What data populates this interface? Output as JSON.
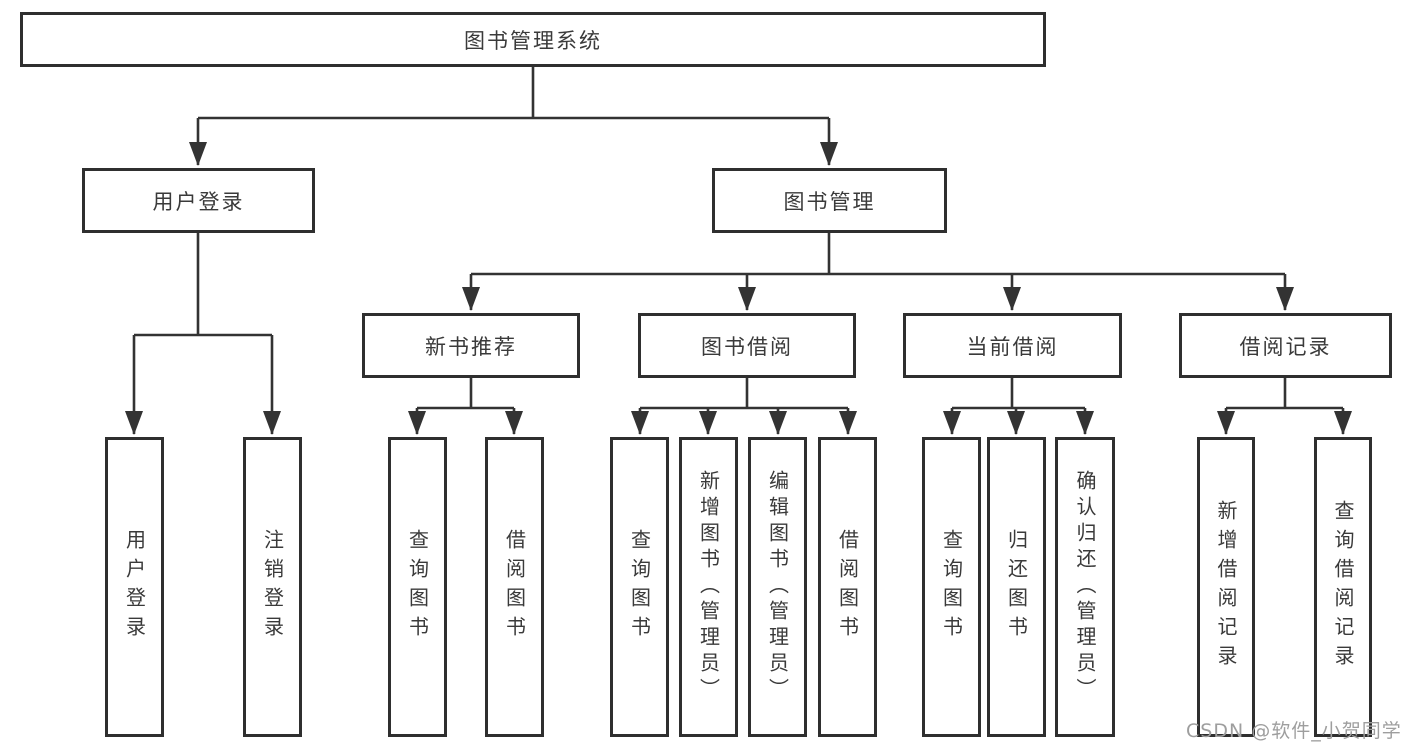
{
  "diagram": {
    "title": "图书管理系统",
    "type": "tree",
    "nodes": {
      "root": {
        "label": "图书管理系统"
      },
      "level2": [
        {
          "label": "用户登录",
          "parent": "图书管理系统"
        },
        {
          "label": "图书管理",
          "parent": "图书管理系统"
        }
      ],
      "level3": [
        {
          "label": "新书推荐",
          "parent": "图书管理"
        },
        {
          "label": "图书借阅",
          "parent": "图书管理"
        },
        {
          "label": "当前借阅",
          "parent": "图书管理"
        },
        {
          "label": "借阅记录",
          "parent": "图书管理"
        }
      ],
      "leaves": [
        {
          "label": "用户登录",
          "parent": "用户登录"
        },
        {
          "label": "注销登录",
          "parent": "用户登录"
        },
        {
          "label": "查询图书",
          "parent": "新书推荐"
        },
        {
          "label": "借阅图书",
          "parent": "新书推荐"
        },
        {
          "label": "查询图书",
          "parent": "图书借阅"
        },
        {
          "label": "新增图书（管理员）",
          "parent": "图书借阅"
        },
        {
          "label": "编辑图书（管理员）",
          "parent": "图书借阅"
        },
        {
          "label": "借阅图书",
          "parent": "图书借阅"
        },
        {
          "label": "查询图书",
          "parent": "当前借阅"
        },
        {
          "label": "归还图书",
          "parent": "当前借阅"
        },
        {
          "label": "确认归还（管理员）",
          "parent": "当前借阅"
        },
        {
          "label": "新增借阅记录",
          "parent": "借阅记录"
        },
        {
          "label": "查询借阅记录",
          "parent": "借阅记录"
        }
      ]
    },
    "colors": {
      "line": "#333333",
      "box_border": "#2f2f2f",
      "text": "#3a3a3a",
      "background": "#ffffff",
      "watermark": "#9e9e9e"
    }
  },
  "watermark": {
    "text": "CSDN @软件_小贺同学"
  }
}
